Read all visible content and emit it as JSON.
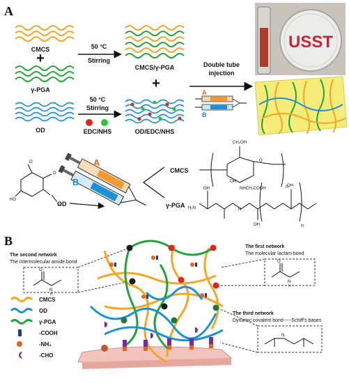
{
  "panel_a": {
    "label": "A",
    "cmcs": "CMCS",
    "gpga": "γ-PGA",
    "od": "OD",
    "temp1": "50 °C",
    "stir1": "Stirring",
    "temp2": "50 °C",
    "stir2": "Stirring",
    "edc": "EDC/NHS",
    "mix1": "CMCS/γ-PGA",
    "mix2": "OD/EDC/NHS",
    "dtube1": "Double tube",
    "dtube2": "injection",
    "port_a": "A",
    "port_b": "B",
    "photo_text": "USST",
    "syringe_a": "A",
    "syringe_b": "B",
    "od_label": "OD",
    "struct_cmcs": "CMCS",
    "struct_gpga": "γ-PGA"
  },
  "panel_b": {
    "label": "B",
    "second_title": "The second network",
    "second_sub": "The intermolecular amide bond",
    "first_title": "The first network",
    "first_sub": "The molecular lactam bond",
    "third_title": "The third network",
    "third_sub": "Dynamic covalent bond-----Schiff's bases",
    "legend": [
      {
        "label": "CMCS",
        "color": "#f5a623"
      },
      {
        "label": "OD",
        "color": "#1e90d6"
      },
      {
        "label": "γ-PGA",
        "color": "#22a33a"
      },
      {
        "label": "-COOH",
        "color": "#1f3c88"
      },
      {
        "label": "-NH₂",
        "color": "#e8641e"
      },
      {
        "label": "-CHO",
        "color": "#7a2a9c"
      }
    ]
  },
  "chem": {
    "ch2oh": "CH₂OH",
    "oh": "OH",
    "o": "O",
    "n": "n",
    "nhch2cooh": "NHCH₂COOH",
    "h2n": "H₂N",
    "h": "H",
    "n_atom": "N",
    "ho": "HO"
  },
  "colors": {
    "cmcs": "#f5a623",
    "od": "#1e90d6",
    "gpga": "#22a33a",
    "gel": "#f6ec7a",
    "red_node": "#e0261c",
    "green_node": "#1d7a3a",
    "black_node": "#1a1a1a"
  }
}
